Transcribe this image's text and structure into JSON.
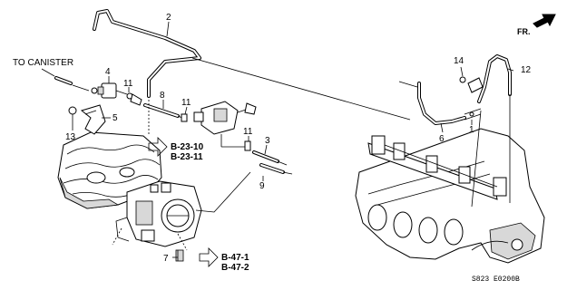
{
  "labels": {
    "to_canister": "TO CANISTER",
    "diagram_code": "S823  E0200B",
    "front_marker": "FR."
  },
  "callouts": [
    {
      "id": "c1",
      "text": "1"
    },
    {
      "id": "c2",
      "text": "2"
    },
    {
      "id": "c3",
      "text": "3"
    },
    {
      "id": "c4",
      "text": "4"
    },
    {
      "id": "c5",
      "text": "5"
    },
    {
      "id": "c6",
      "text": "6"
    },
    {
      "id": "c7",
      "text": "7"
    },
    {
      "id": "c8",
      "text": "8"
    },
    {
      "id": "c9",
      "text": "9"
    },
    {
      "id": "c11a",
      "text": "11"
    },
    {
      "id": "c11b",
      "text": "11"
    },
    {
      "id": "c11c",
      "text": "11"
    },
    {
      "id": "c12",
      "text": "12"
    },
    {
      "id": "c13",
      "text": "13"
    },
    {
      "id": "c14",
      "text": "14"
    }
  ],
  "references": {
    "upper": [
      "B-23-10",
      "B-23-11"
    ],
    "lower": [
      "B-47-1",
      "B-47-2"
    ]
  }
}
